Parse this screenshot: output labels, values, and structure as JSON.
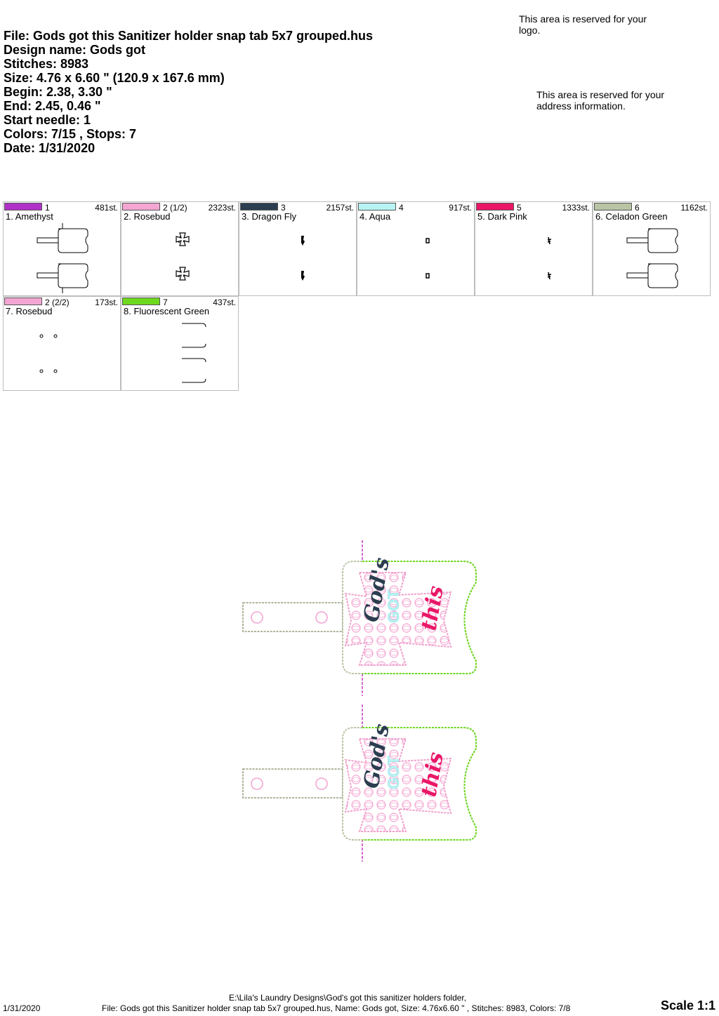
{
  "header": {
    "file_line": "File: Gods got this Sanitizer holder snap tab 5x7 grouped.hus",
    "design_line": "Design name: Gods got",
    "stitches_line": "Stitches: 8983",
    "size_line": "Size: 4.76 x 6.60 \" (120.9 x 167.6 mm)",
    "begin_line": "Begin: 2.38, 3.30 \"",
    "end_line": "End: 2.45, 0.46 \"",
    "needle_line": "Start needle: 1",
    "colors_line": "Colors: 7/15 , Stops: 7",
    "date_line": "Date: 1/31/2020"
  },
  "reserved": {
    "logo": "This area is reserved for your logo.",
    "address": "This area is reserved for your address information."
  },
  "colors": [
    {
      "num": "1",
      "name": "1. Amethyst",
      "stitches": "481st.",
      "hex": "#b030c8",
      "thumb": "outline"
    },
    {
      "num": "2 (1/2)",
      "name": "2. Rosebud",
      "stitches": "2323st.",
      "hex": "#f4a6d2",
      "thumb": "cross"
    },
    {
      "num": "3",
      "name": "3. Dragon Fly",
      "stitches": "2157st.",
      "hex": "#2b3e50",
      "thumb": "word1"
    },
    {
      "num": "4",
      "name": "4. Aqua",
      "stitches": "917st.",
      "hex": "#b8f4f4",
      "thumb": "word2"
    },
    {
      "num": "5",
      "name": "5. Dark Pink",
      "stitches": "1333st.",
      "hex": "#ea1767",
      "thumb": "word3"
    },
    {
      "num": "6",
      "name": "6. Celadon Green",
      "stitches": "1162st.",
      "hex": "#b8c4a4",
      "thumb": "outline"
    },
    {
      "num": "2 (2/2)",
      "name": "7. Rosebud",
      "stitches": "173st.",
      "hex": "#f4a6d2",
      "thumb": "dots"
    },
    {
      "num": "7",
      "name": "8. Fluorescent Green",
      "stitches": "437st.",
      "hex": "#6ed81f",
      "thumb": "arcs"
    }
  ],
  "design_text": {
    "word1": "God's",
    "word2": "GOT",
    "word3": "this"
  },
  "footer": {
    "date": "1/31/2020",
    "path": "E:\\Lila's Laundry Designs\\God's got this sanitizer holders folder,",
    "summary": "File: Gods got this Sanitizer holder snap tab 5x7 grouped.hus, Name: Gods got, Size: 4.76x6.60 \" , Stitches: 8983, Colors: 7/8",
    "scale": "Scale 1:1"
  }
}
